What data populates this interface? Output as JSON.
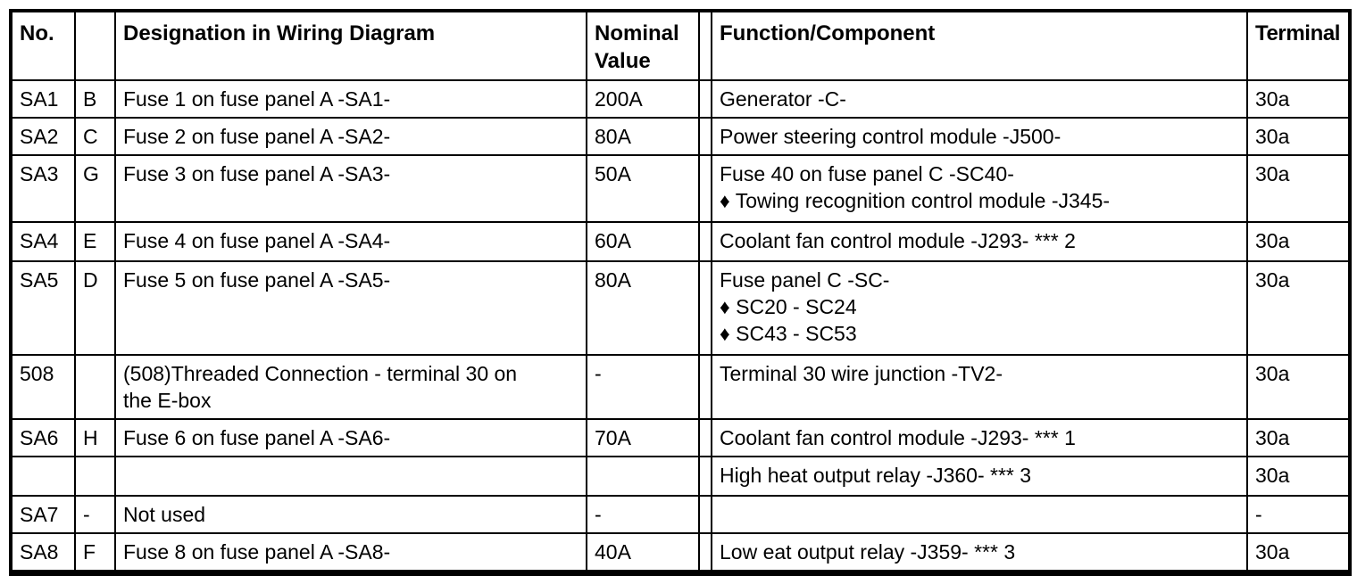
{
  "table": {
    "headers": {
      "no": "No.",
      "letter": "",
      "designation": "Designation in Wiring Diagram",
      "nominal": "Nominal\nValue",
      "spacer": "",
      "function": "Function/Component",
      "terminal": "Terminal"
    },
    "rows": [
      {
        "no": "SA1",
        "letter": "B",
        "designation": "Fuse 1 on fuse panel A -SA1-",
        "nominal": "200A",
        "function": "Generator -C-",
        "terminal": "30a"
      },
      {
        "no": "SA2",
        "letter": "C",
        "designation": "Fuse 2 on fuse panel A -SA2-",
        "nominal": "80A",
        "function": "Power steering control module -J500-",
        "terminal": "30a"
      },
      {
        "no": "SA3",
        "letter": "G",
        "designation": "Fuse 3 on fuse panel A -SA3-",
        "nominal": "50A",
        "function": "Fuse 40 on fuse panel C -SC40-\n♦ Towing recognition control module -J345-",
        "terminal": "30a"
      },
      {
        "no": "SA4",
        "letter": "E",
        "designation": "Fuse 4 on fuse panel A -SA4-",
        "nominal": "60A",
        "function": "Coolant fan control module -J293- *** 2",
        "terminal": "30a"
      },
      {
        "no": "SA5",
        "letter": "D",
        "designation": "Fuse 5 on fuse panel A -SA5-",
        "nominal": "80A",
        "function": "Fuse panel C -SC-\n♦ SC20 - SC24\n♦ SC43 - SC53",
        "terminal": "30a"
      },
      {
        "no": "508",
        "letter": "",
        "designation": "(508)Threaded Connection - terminal 30 on\nthe E-box",
        "nominal": "-",
        "function": "Terminal 30 wire junction -TV2-",
        "terminal": "30a"
      },
      {
        "no": "SA6",
        "letter": "H",
        "designation": "Fuse 6 on fuse panel A -SA6-",
        "nominal": "70A",
        "function": "Coolant fan control module -J293- *** 1",
        "terminal": "30a"
      },
      {
        "no": "",
        "letter": "",
        "designation": "",
        "nominal": "",
        "function": "High heat output relay -J360- *** 3",
        "terminal": "30a"
      },
      {
        "no": "SA7",
        "letter": "-",
        "designation": "Not used",
        "nominal": "-",
        "function": "",
        "terminal": "-"
      },
      {
        "no": "SA8",
        "letter": "F",
        "designation": "Fuse 8 on fuse panel A -SA8-",
        "nominal": "40A",
        "function": "Low eat output relay -J359- *** 3",
        "terminal": "30a"
      }
    ]
  },
  "colors": {
    "border": "#000000",
    "text": "#000000",
    "background": "#ffffff"
  }
}
